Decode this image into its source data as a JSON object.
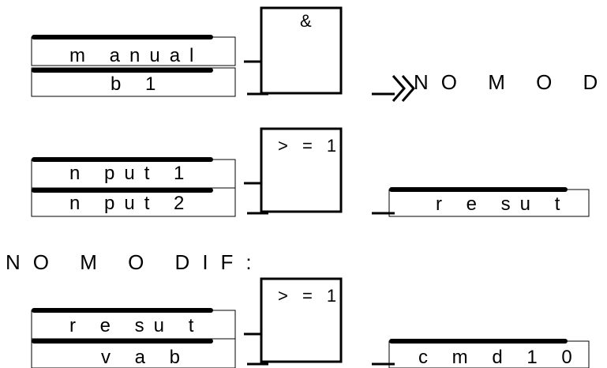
{
  "networks": [
    {
      "block": {
        "op": "&"
      },
      "inputs": [
        "m anual",
        "b 1"
      ],
      "jump": "NO M O DIF"
    },
    {
      "block": {
        "op": "> = 1"
      },
      "inputs": [
        "n put 1",
        "n put 2"
      ],
      "output": "r e su t"
    },
    {
      "label": "NO M O DIF:",
      "block": {
        "op": "> = 1"
      },
      "inputs": [
        "r e su t",
        "v a b"
      ],
      "output": "c m  d 1 0"
    }
  ],
  "colors": {
    "ink": "#000000",
    "background": "#ffffff"
  }
}
